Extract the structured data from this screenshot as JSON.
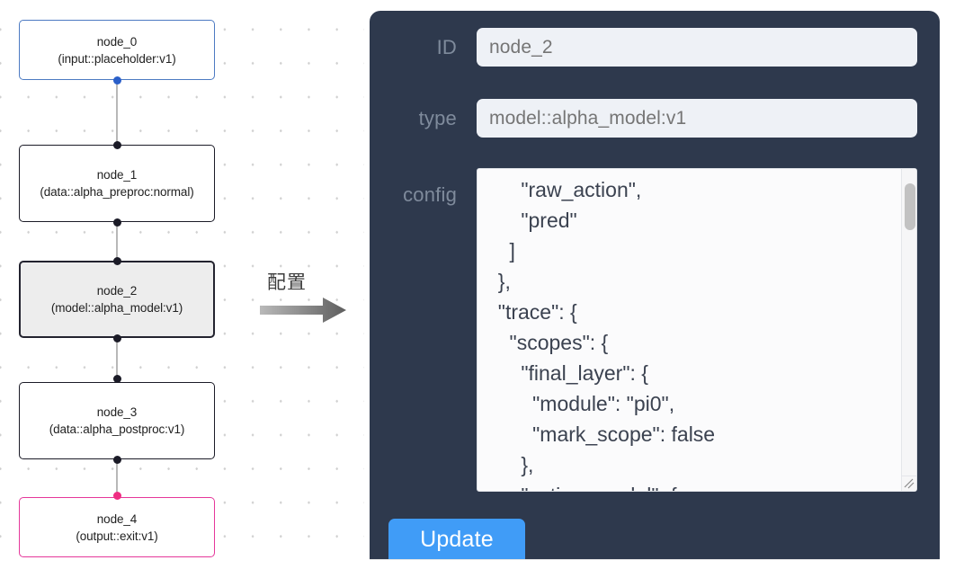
{
  "graph": {
    "nodes": [
      {
        "id": "node_0",
        "type": "(input::placeholder:v1)",
        "text": "node_0\n(input::placeholder:v1)",
        "style": "blue",
        "selected": false
      },
      {
        "id": "node_1",
        "type": "(data::alpha_preproc:normal)",
        "text": "node_1\n(data::alpha_preproc:normal)",
        "style": "default",
        "selected": false
      },
      {
        "id": "node_2",
        "type": "(model::alpha_model:v1)",
        "text": "node_2\n(model::alpha_model:v1)",
        "style": "default",
        "selected": true
      },
      {
        "id": "node_3",
        "type": "(data::alpha_postproc:v1)",
        "text": "node_3\n(data::alpha_postproc:v1)",
        "style": "default",
        "selected": false
      },
      {
        "id": "node_4",
        "type": "(output::exit:v1)",
        "text": "node_4\n(output::exit:v1)",
        "style": "pink",
        "selected": false
      }
    ],
    "arrow_label": "配置",
    "arrow_icon": "right-arrow-icon",
    "colors": {
      "node_border_default": "#1b1b27",
      "node_border_blue": "#4c7ac2",
      "node_border_pink": "#e5379a",
      "node_selected_fill": "#ededed",
      "edge": "#b8b8b8"
    }
  },
  "panel": {
    "background_color": "#2e394d",
    "fields": {
      "id": {
        "label": "ID",
        "value": "node_2",
        "placeholder": "node_2"
      },
      "type": {
        "label": "type",
        "value": "model::alpha_model:v1",
        "placeholder": "model::alpha_model:v1"
      },
      "config": {
        "label": "config",
        "value": "      \"raw_action\",\n      \"pred\"\n    ]\n  },\n  \"trace\": {\n    \"scopes\": {\n      \"final_layer\": {\n        \"module\": \"pi0\",\n        \"mark_scope\": false\n      },\n      \"action_model\": {"
      }
    },
    "update_button": {
      "label": "Update",
      "color": "#409cf7"
    },
    "scrollbar": {
      "name": "config-scrollbar",
      "position": "top"
    }
  }
}
